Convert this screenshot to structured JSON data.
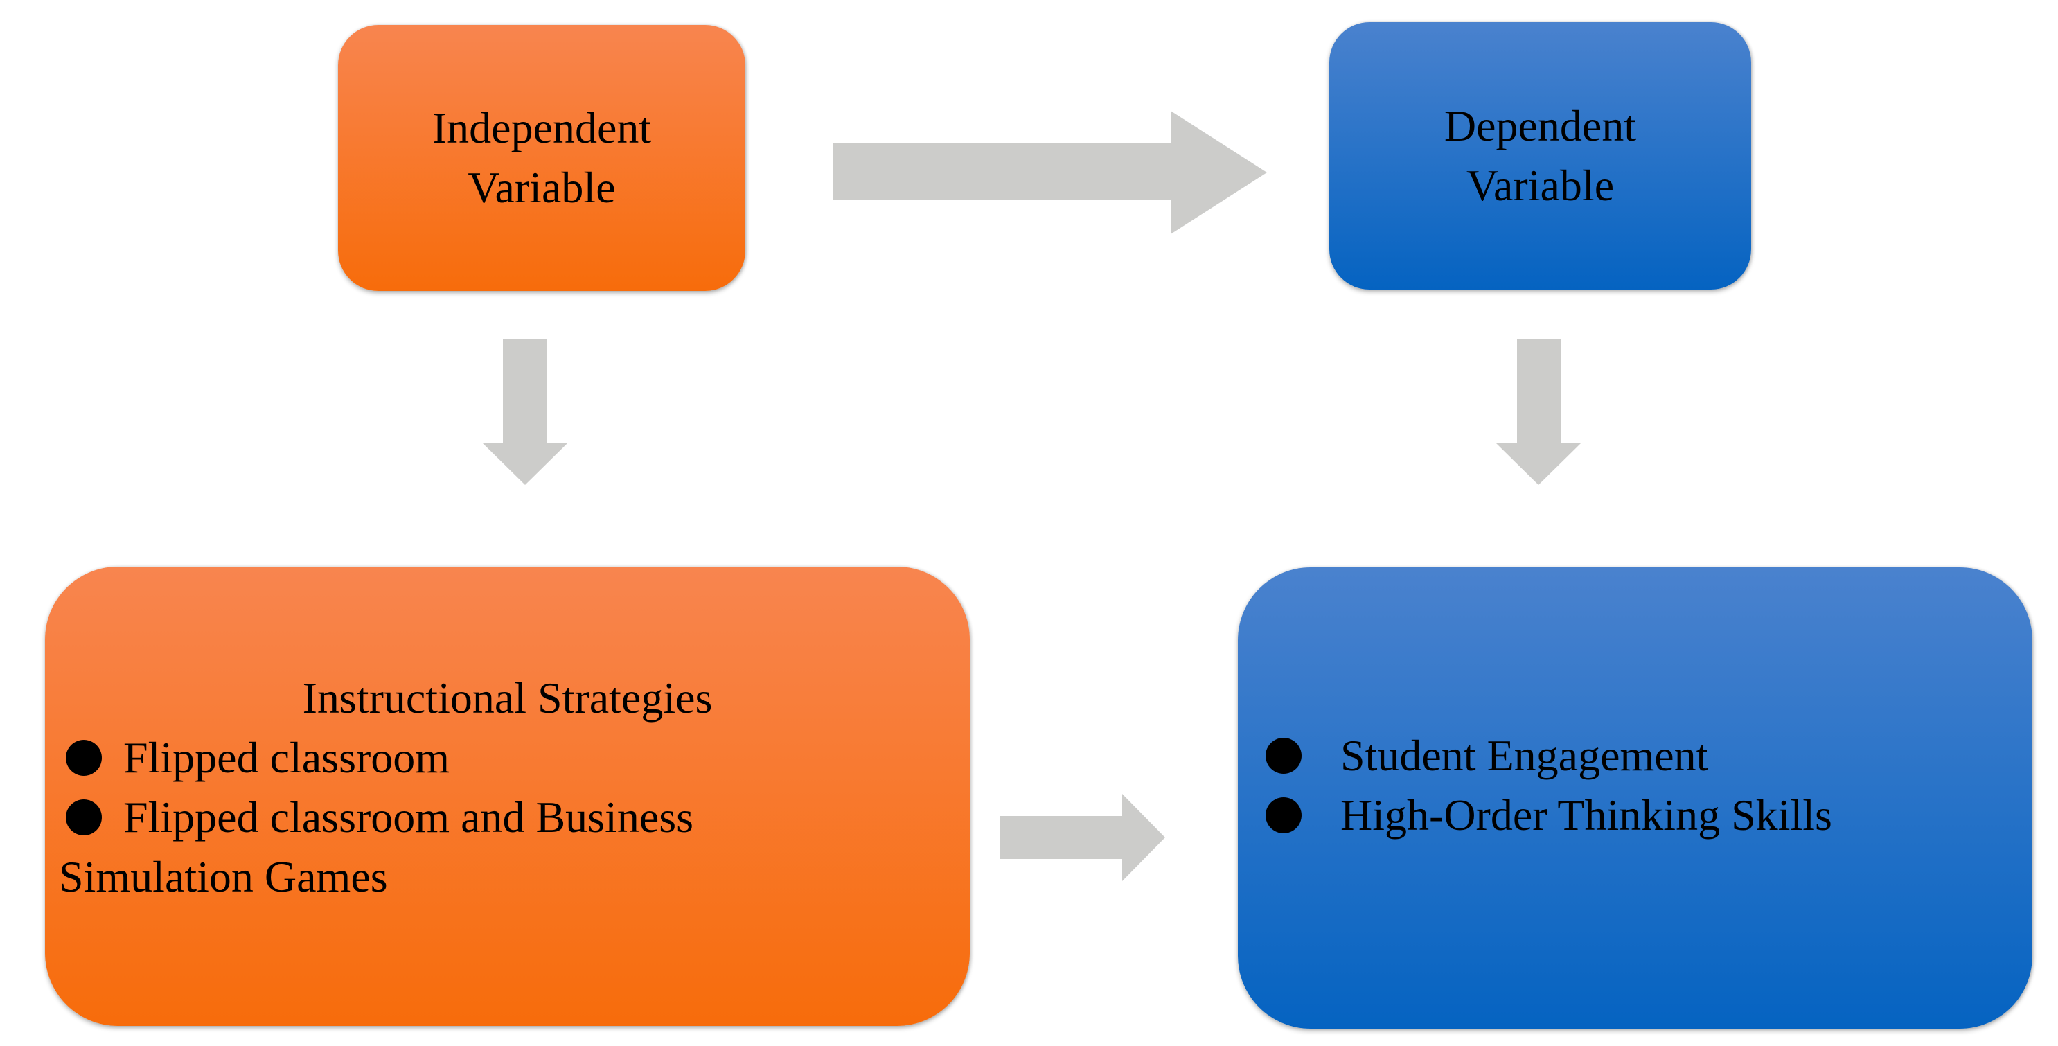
{
  "colors": {
    "orange_top": "#F8854F",
    "orange_bottom": "#F76C0B",
    "blue_top": "#4A82CE",
    "blue_bottom": "#0563C1",
    "arrow_gray": "#CCCCCA",
    "text": "#000000",
    "background": "#FFFFFF"
  },
  "nodes": {
    "independent_variable": {
      "line1": "Independent",
      "line2": "Variable"
    },
    "dependent_variable": {
      "line1": "Dependent",
      "line2": "Variable"
    },
    "instructional_strategies": {
      "title": "Instructional Strategies",
      "bullets": [
        "Flipped classroom",
        "Flipped classroom and Business"
      ],
      "bullet2_wrap": "Simulation Games"
    },
    "outcomes": {
      "bullets": [
        "Student Engagement",
        "High-Order Thinking Skills"
      ]
    }
  }
}
